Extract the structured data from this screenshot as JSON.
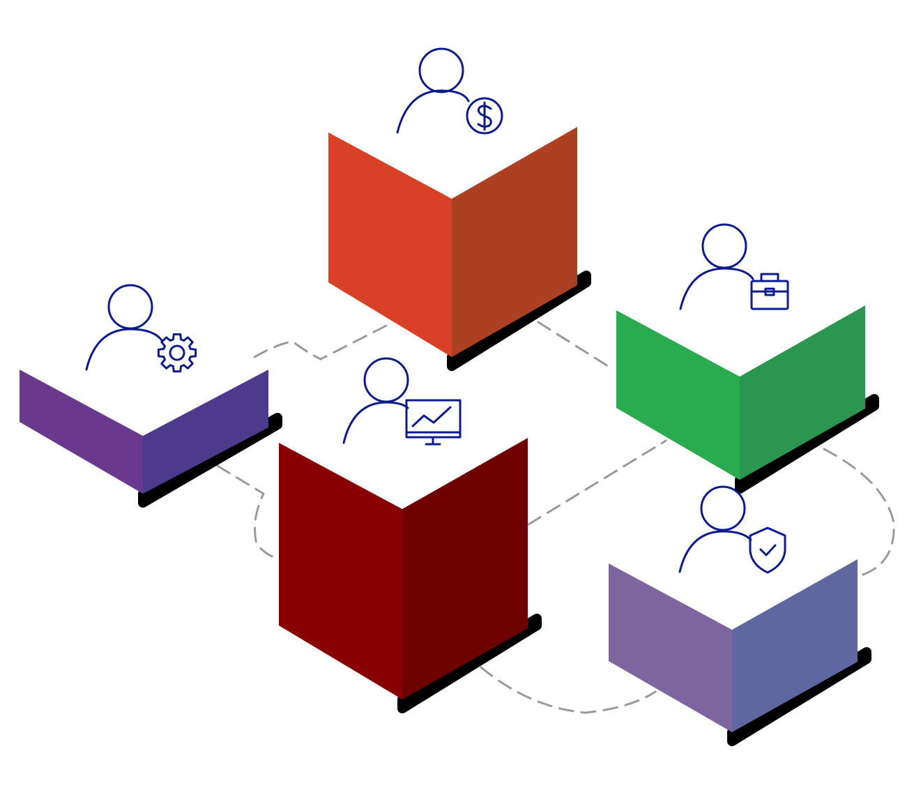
{
  "diagram": {
    "nodes": [
      {
        "id": "finance",
        "icon": "person-dollar-icon",
        "colors": {
          "left": "#d94126",
          "right": "#ad3f23"
        }
      },
      {
        "id": "engineering",
        "icon": "person-gear-icon",
        "colors": {
          "left": "#6a388c",
          "right": "#4e3a8c"
        }
      },
      {
        "id": "business",
        "icon": "person-briefcase-icon",
        "colors": {
          "left": "#2aab50",
          "right": "#2a9650"
        }
      },
      {
        "id": "analytics",
        "icon": "person-chart-icon",
        "colors": {
          "left": "#880000",
          "right": "#6e0000"
        }
      },
      {
        "id": "security",
        "icon": "person-shield-icon",
        "colors": {
          "left": "#7d65a0",
          "right": "#5e67a0"
        }
      }
    ],
    "connector_color": "#9a9a9a",
    "icon_color": "#0b1a8c",
    "shadow_color": "#000000"
  }
}
